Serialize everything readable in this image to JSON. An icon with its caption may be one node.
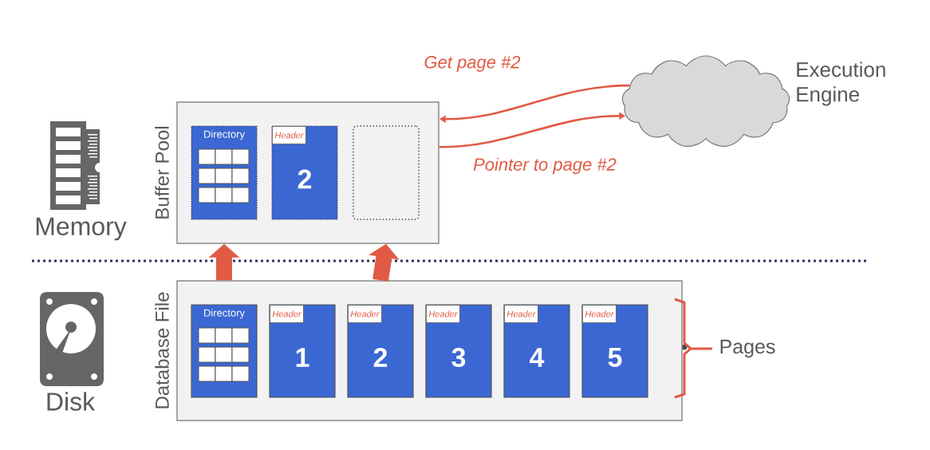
{
  "diagram": {
    "nodes": [
      {
        "text": [
          "Buffer Pool"
        ]
      },
      {
        "text": [
          "Directory"
        ],
        "in": 0
      },
      {
        "text": [
          "Header",
          "2"
        ],
        "in": 0
      },
      {
        "text": [],
        "shape": "box",
        "in": 0
      },
      {
        "text": [
          "Database File"
        ]
      },
      {
        "text": [
          "Directory"
        ],
        "in": 4
      },
      {
        "text": [
          "Header",
          "1"
        ],
        "in": 4
      },
      {
        "text": [
          "Header",
          "2"
        ],
        "in": 4
      },
      {
        "text": [
          "Header",
          "3"
        ],
        "in": 4
      },
      {
        "text": [
          "Header",
          "4"
        ],
        "in": 4
      },
      {
        "text": [
          "Header",
          "5"
        ],
        "in": 4
      },
      {
        "text": [
          "Execution Engine"
        ]
      }
    ],
    "edges": [
      {
        "from": 11,
        "to": 0,
        "arrow": "to",
        "label": "Get page #2"
      },
      {
        "from": 0,
        "to": 11,
        "arrow": "to",
        "label": "Pointer to page #2"
      },
      {
        "from": 5,
        "to": 1,
        "arrow": "to",
        "style": "thick"
      },
      {
        "from": 7,
        "to": 3,
        "arrow": "to",
        "style": "thick"
      }
    ],
    "labels": [
      "Memory",
      "Disk",
      "Pages"
    ]
  }
}
